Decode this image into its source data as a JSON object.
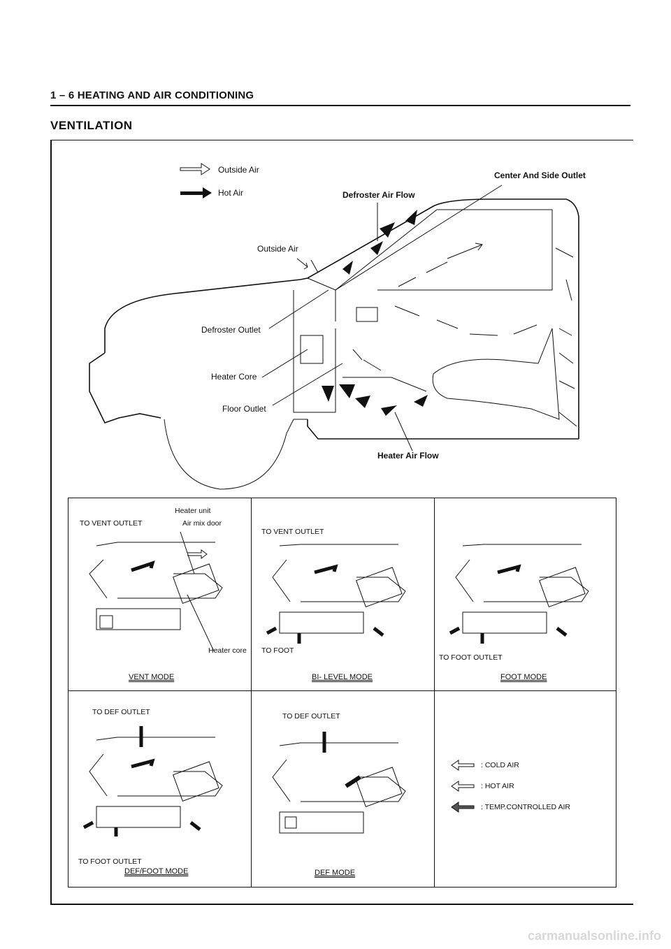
{
  "header": {
    "section": "1 – 6 HEATING AND AIR CONDITIONING"
  },
  "page_title": "VENTILATION",
  "diagram": {
    "legend": {
      "outside_air": "Outside Air",
      "hot_air": "Hot Air"
    },
    "labels": {
      "center_side_outlet": "Center And Side Outlet",
      "defroster_air_flow": "Defroster Air Flow",
      "outside_air": "Outside Air",
      "defroster_outlet": "Defroster Outlet",
      "heater_core": "Heater Core",
      "floor_outlet": "Floor Outlet",
      "heater_air_flow": "Heater Air Flow"
    }
  },
  "modes": {
    "vent": {
      "name": "VENT MODE",
      "heater_unit": "Heater unit",
      "to_vent": "TO VENT OUTLET",
      "air_mix_door": "Air mix door",
      "heater_core": "Heater core"
    },
    "bilevel": {
      "name": "BI- LEVEL MODE",
      "to_vent": "TO VENT OUTLET",
      "to_foot": "TO FOOT"
    },
    "foot": {
      "name": "FOOT MODE",
      "to_foot_outlet": "TO FOOT OUTLET"
    },
    "deffoot": {
      "name": "DEF/FOOT MODE",
      "to_def": "TO DEF OUTLET",
      "to_foot_outlet": "TO FOOT OUTLET"
    },
    "def": {
      "name": "DEF MODE",
      "to_def": "TO DEF OUTLET"
    },
    "legend": {
      "cold": ": COLD AIR",
      "hot": ": HOT AIR",
      "temp": ": TEMP.CONTROLLED AIR"
    }
  },
  "footer": {
    "watermark": "carmanualsonline.info"
  }
}
